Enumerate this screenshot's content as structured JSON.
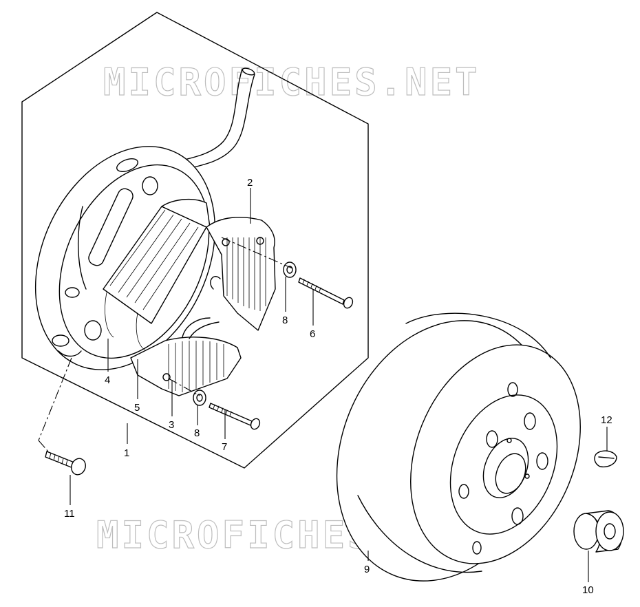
{
  "watermark": {
    "text": "MICROFICHES.NET",
    "color": "#bdbdbd"
  },
  "callouts": [
    {
      "id": "1",
      "text": "1"
    },
    {
      "id": "2",
      "text": "2"
    },
    {
      "id": "3",
      "text": "3"
    },
    {
      "id": "4",
      "text": "4"
    },
    {
      "id": "5",
      "text": "5"
    },
    {
      "id": "6",
      "text": "6"
    },
    {
      "id": "7",
      "text": "7"
    },
    {
      "id": "8a",
      "text": "8"
    },
    {
      "id": "8b",
      "text": "8"
    },
    {
      "id": "9",
      "text": "9"
    },
    {
      "id": "10",
      "text": "10"
    },
    {
      "id": "11",
      "text": "11"
    },
    {
      "id": "12",
      "text": "12"
    }
  ]
}
